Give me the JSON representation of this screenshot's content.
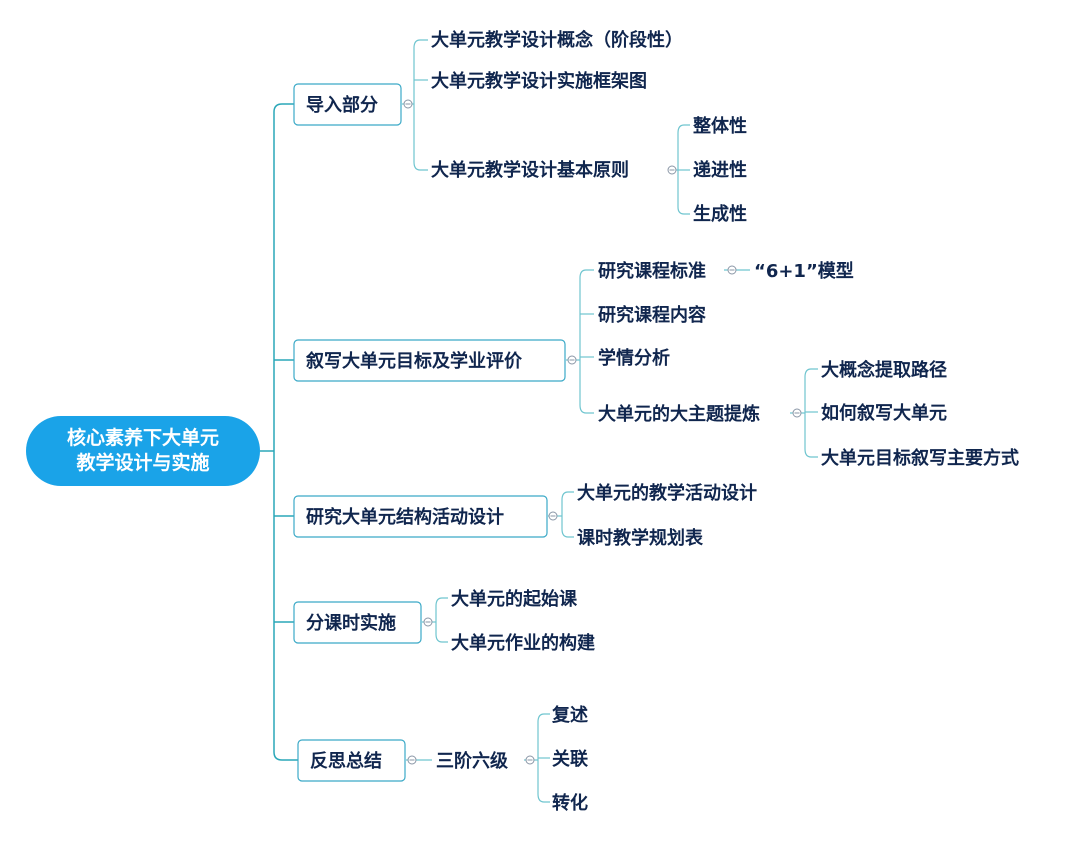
{
  "root": {
    "line1": "核心素养下大单元",
    "line2": "教学设计与实施"
  },
  "branches": [
    {
      "label": "导入部分",
      "children": [
        {
          "label": "大单元教学设计概念（阶段性）"
        },
        {
          "label": "大单元教学设计实施框架图"
        },
        {
          "label": "大单元教学设计基本原则",
          "children": [
            {
              "label": "整体性"
            },
            {
              "label": "递进性"
            },
            {
              "label": "生成性"
            }
          ]
        }
      ]
    },
    {
      "label": "叙写大单元目标及学业评价",
      "children": [
        {
          "label": "研究课程标准",
          "children": [
            {
              "label": "“6+1”模型"
            }
          ]
        },
        {
          "label": "研究课程内容"
        },
        {
          "label": "学情分析"
        },
        {
          "label": "大单元的大主题提炼",
          "children": [
            {
              "label": "大概念提取路径"
            },
            {
              "label": "如何叙写大单元"
            },
            {
              "label": "大单元目标叙写主要方式"
            }
          ]
        }
      ]
    },
    {
      "label": "研究大单元结构活动设计",
      "children": [
        {
          "label": "大单元的教学活动设计"
        },
        {
          "label": "课时教学规划表"
        }
      ]
    },
    {
      "label": "分课时实施",
      "children": [
        {
          "label": "大单元的起始课"
        },
        {
          "label": "大单元作业的构建"
        }
      ]
    },
    {
      "label": "反思总结",
      "children": [
        {
          "label": "三阶六级",
          "children": [
            {
              "label": "复述"
            },
            {
              "label": "关联"
            },
            {
              "label": "转化"
            }
          ]
        }
      ]
    }
  ]
}
